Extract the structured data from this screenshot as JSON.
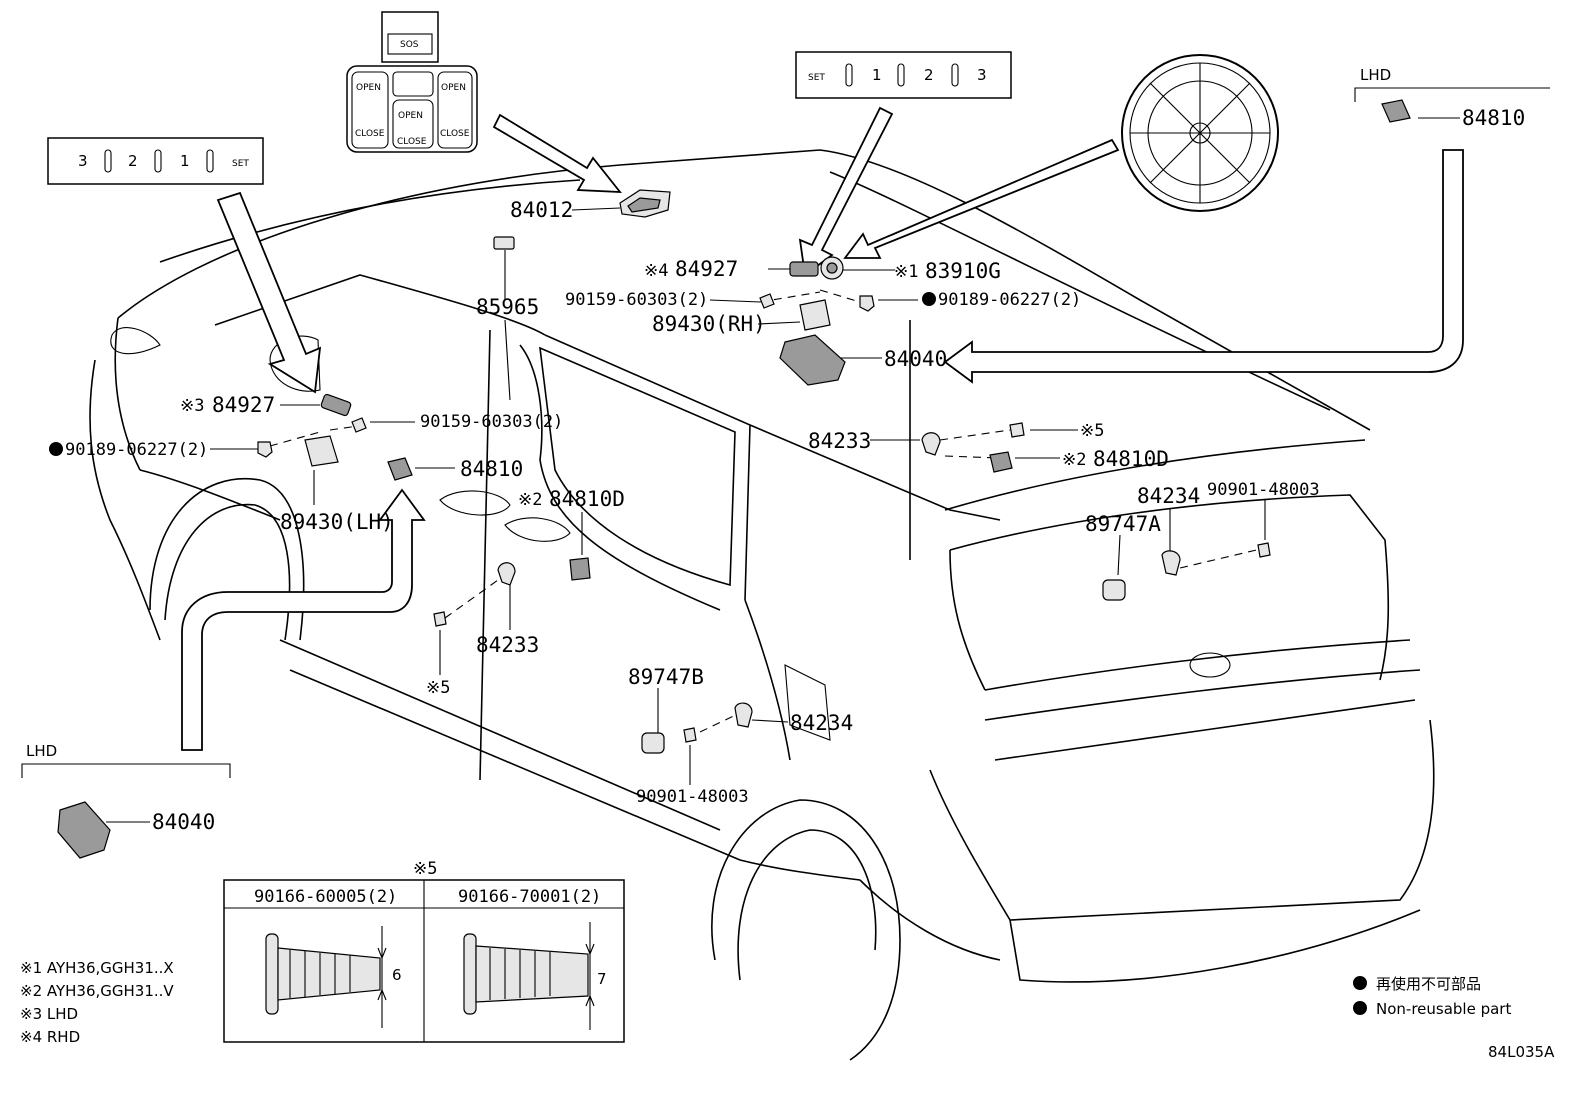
{
  "labels": {
    "p84012": "84012",
    "p85965": "85965",
    "p84927_rhd": "84927",
    "p84927_lhd": "84927",
    "p83910g": "83910G",
    "p90159_a": "90159-60303(2)",
    "p90159_b": "90159-60303(2)",
    "p90189_a": "90189-06227(2)",
    "p90189_b": "90189-06227(2)",
    "p89430rh": "89430(RH)",
    "p89430lh": "89430(LH)",
    "p84040_main": "84040",
    "p84040_lhd": "84040",
    "p84810_lhd": "84810",
    "p84810_door": "84810",
    "p84810d_a": "84810D",
    "p84810d_b": "84810D",
    "p84233_a": "84233",
    "p84233_b": "84233",
    "p84234_a": "84234",
    "p84234_b": "84234",
    "p90901_a": "90901-48003",
    "p90901_b": "90901-48003",
    "p89747a": "89747A",
    "p89747b": "89747B",
    "lhd_top": "LHD",
    "lhd_bottom": "LHD",
    "mark1": "※1",
    "mark2a": "※2",
    "mark2b": "※2",
    "mark3": "※3",
    "mark4": "※4",
    "mark5a": "※5",
    "mark5b": "※5",
    "mark5_table": "※5"
  },
  "switch_panel": {
    "btn3": "3",
    "btn2": "2",
    "btn1": "1",
    "set": "SET"
  },
  "door_switch": {
    "top_label": "SOS",
    "open": "OPEN",
    "close": "CLOSE"
  },
  "bolt_table": {
    "col1": "90166-60005(2)",
    "col2": "90166-70001(2)",
    "dim1": "6",
    "dim2": "7"
  },
  "footnotes": [
    "※1 AYH36,GGH31..X",
    "※2 AYH36,GGH31..V",
    "※3 LHD",
    "※4 RHD"
  ],
  "legend": {
    "jp": "再使用不可部品",
    "en": "Non-reusable part"
  },
  "diagram_code": "84L035A"
}
